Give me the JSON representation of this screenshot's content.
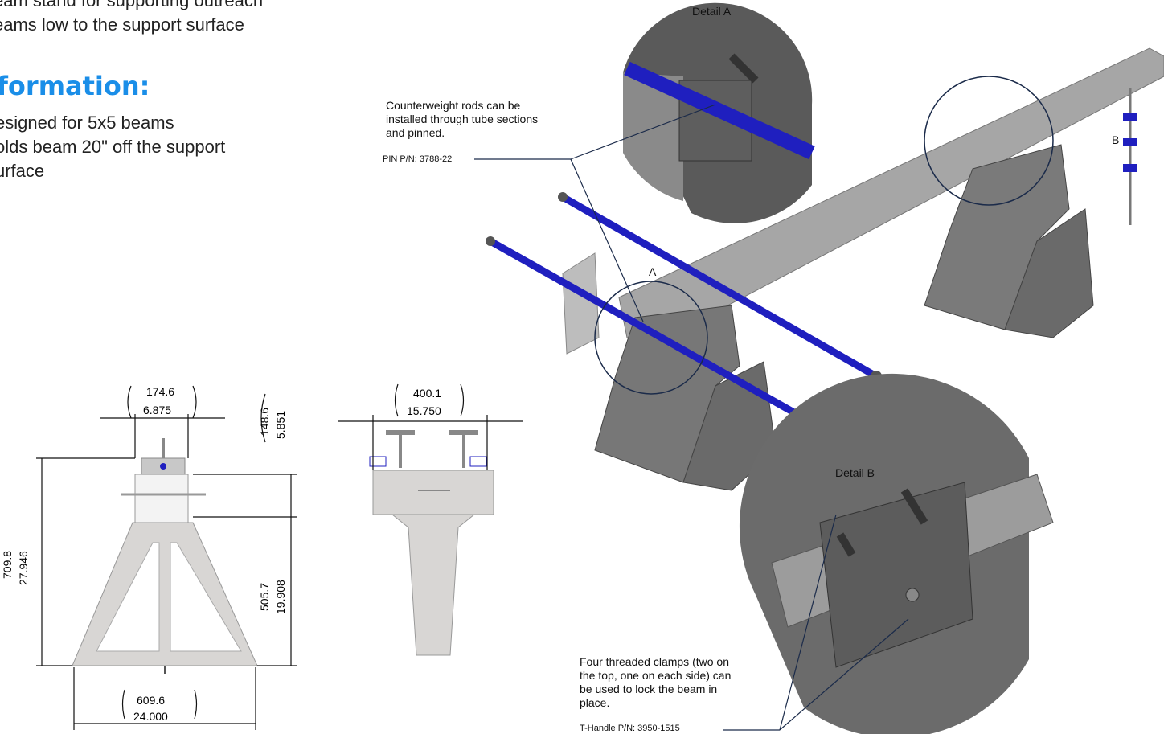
{
  "intro_lines": [
    "eam stand for supporting outreach",
    "eams low to the support surface"
  ],
  "info_heading": "formation:",
  "bullets": [
    "esigned for 5x5 beams",
    "olds beam 20\" off the support",
    "urface"
  ],
  "detail_a_label": "Detail A",
  "detail_b_label": "Detail B",
  "callout_a_line1": "Counterweight rods can be",
  "callout_a_line2": "installed through tube sections",
  "callout_a_line3": "and pinned.",
  "pin_part": "PIN P/N: 3788-22",
  "callout_b_line1": "Four threaded clamps (two on",
  "callout_b_line2": "the top, one on each side) can",
  "callout_b_line3": "be used to lock the beam in",
  "callout_b_line4": "place.",
  "thandle_part": "T-Handle P/N: 3950-1515",
  "marker_a": "A",
  "marker_b": "B",
  "dims": {
    "width_top_mm": "174.6",
    "width_top_in": "6.875",
    "head_h_mm": "148.6",
    "head_h_in": "5.851",
    "total_h_mm": "709.8",
    "total_h_in": "27.946",
    "base_h_mm": "505.7",
    "base_h_in": "19.908",
    "base_w_mm": "609.6",
    "base_w_in": "24.000",
    "side_w_mm": "400.1",
    "side_w_in": "15.750"
  },
  "colors": {
    "accent": "#1a8ee8",
    "rod": "#1f1fbf",
    "steel": "#8a8a8a",
    "dark_steel": "#555555",
    "drawing": "#cfcfcf"
  }
}
